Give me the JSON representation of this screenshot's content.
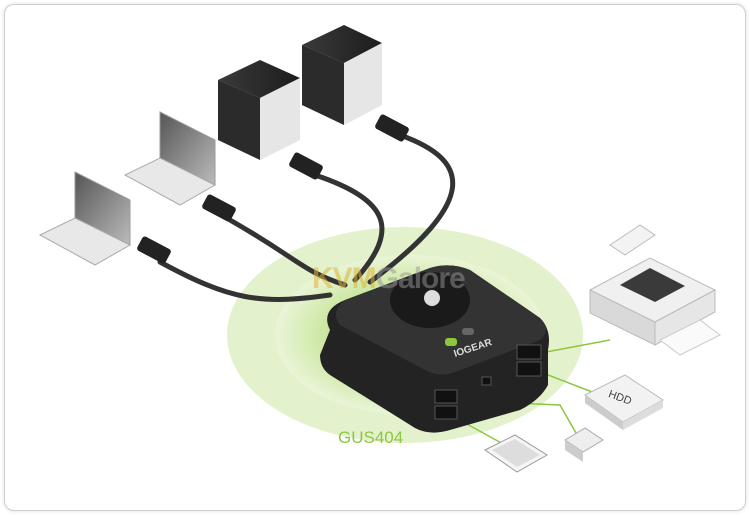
{
  "product": {
    "model": "GUS404",
    "brand": "IOGEAR"
  },
  "labels": {
    "hdd": "HDD"
  },
  "watermark": {
    "part1": "KVM",
    "part2": "Galore"
  },
  "colors": {
    "accent": "#8dc63f",
    "hub": "#2a2a2a"
  }
}
